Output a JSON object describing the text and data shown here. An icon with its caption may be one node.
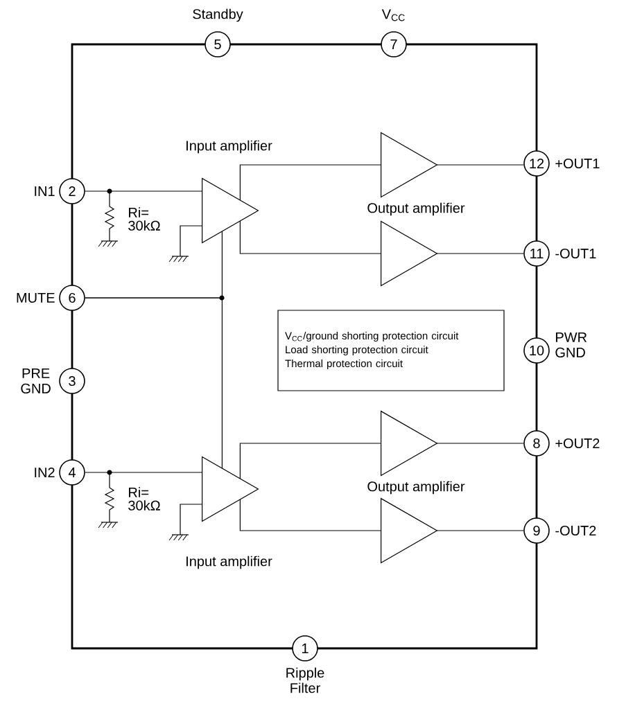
{
  "diagram": {
    "nodes": [
      {
        "text": [
          "5"
        ],
        "beside": [
          "Standby"
        ]
      },
      {
        "text": [
          "7"
        ],
        "beside": [
          "V$_{CC}$"
        ]
      },
      {
        "text": [
          "2"
        ],
        "beside": [
          "IN1"
        ]
      },
      {
        "text": [
          "12"
        ],
        "beside": [
          "+OUT1"
        ]
      },
      {
        "text": [
          "11"
        ],
        "beside": [
          "-OUT1"
        ]
      },
      {
        "text": [
          "6"
        ],
        "beside": [
          "MUTE"
        ]
      },
      {
        "text": [
          "3"
        ],
        "beside": [
          "PRE GND"
        ]
      },
      {
        "text": [
          "10"
        ],
        "beside": [
          "PWR GND"
        ]
      },
      {
        "text": [
          "4"
        ],
        "beside": [
          "IN2"
        ]
      },
      {
        "text": [
          "8"
        ],
        "beside": [
          "+OUT2"
        ]
      },
      {
        "text": [
          "9"
        ],
        "beside": [
          "-OUT2"
        ]
      },
      {
        "text": [
          "1"
        ],
        "beside": [
          "Ripple Filter"
        ]
      },
      {
        "text": [],
        "shape": "triangle",
        "beside": [
          "Input amplifier"
        ]
      },
      {
        "text": [],
        "shape": "triangle"
      },
      {
        "text": [],
        "shape": "triangle"
      },
      {
        "text": [
          "V$_{CC}$/ground shorting protection circuit",
          "Load shorting protection circuit",
          "Thermal protection circuit"
        ]
      },
      {
        "text": [],
        "shape": "triangle",
        "beside": [
          "Input amplifier"
        ]
      },
      {
        "text": [],
        "shape": "triangle"
      },
      {
        "text": [],
        "shape": "triangle"
      }
    ],
    "edges": [
      {
        "from": 2,
        "to": 12,
        "arrow": "none"
      },
      {
        "from": 12,
        "to": 13,
        "arrow": "none"
      },
      {
        "from": 12,
        "to": 14,
        "arrow": "none"
      },
      {
        "from": 13,
        "to": 3,
        "arrow": "none"
      },
      {
        "from": 14,
        "to": 4,
        "arrow": "none"
      },
      {
        "from": 5,
        "to": 12,
        "arrow": "none"
      },
      {
        "from": 5,
        "to": 16,
        "arrow": "none"
      },
      {
        "from": 8,
        "to": 16,
        "arrow": "none"
      },
      {
        "from": 16,
        "to": 17,
        "arrow": "none"
      },
      {
        "from": 16,
        "to": 18,
        "arrow": "none"
      },
      {
        "from": 17,
        "to": 9,
        "arrow": "none"
      },
      {
        "from": 18,
        "to": 10,
        "arrow": "none"
      }
    ],
    "labels": [
      "Output amplifier",
      "Ri= 30kΩ",
      "Output amplifier",
      "Ri= 30kΩ"
    ]
  }
}
